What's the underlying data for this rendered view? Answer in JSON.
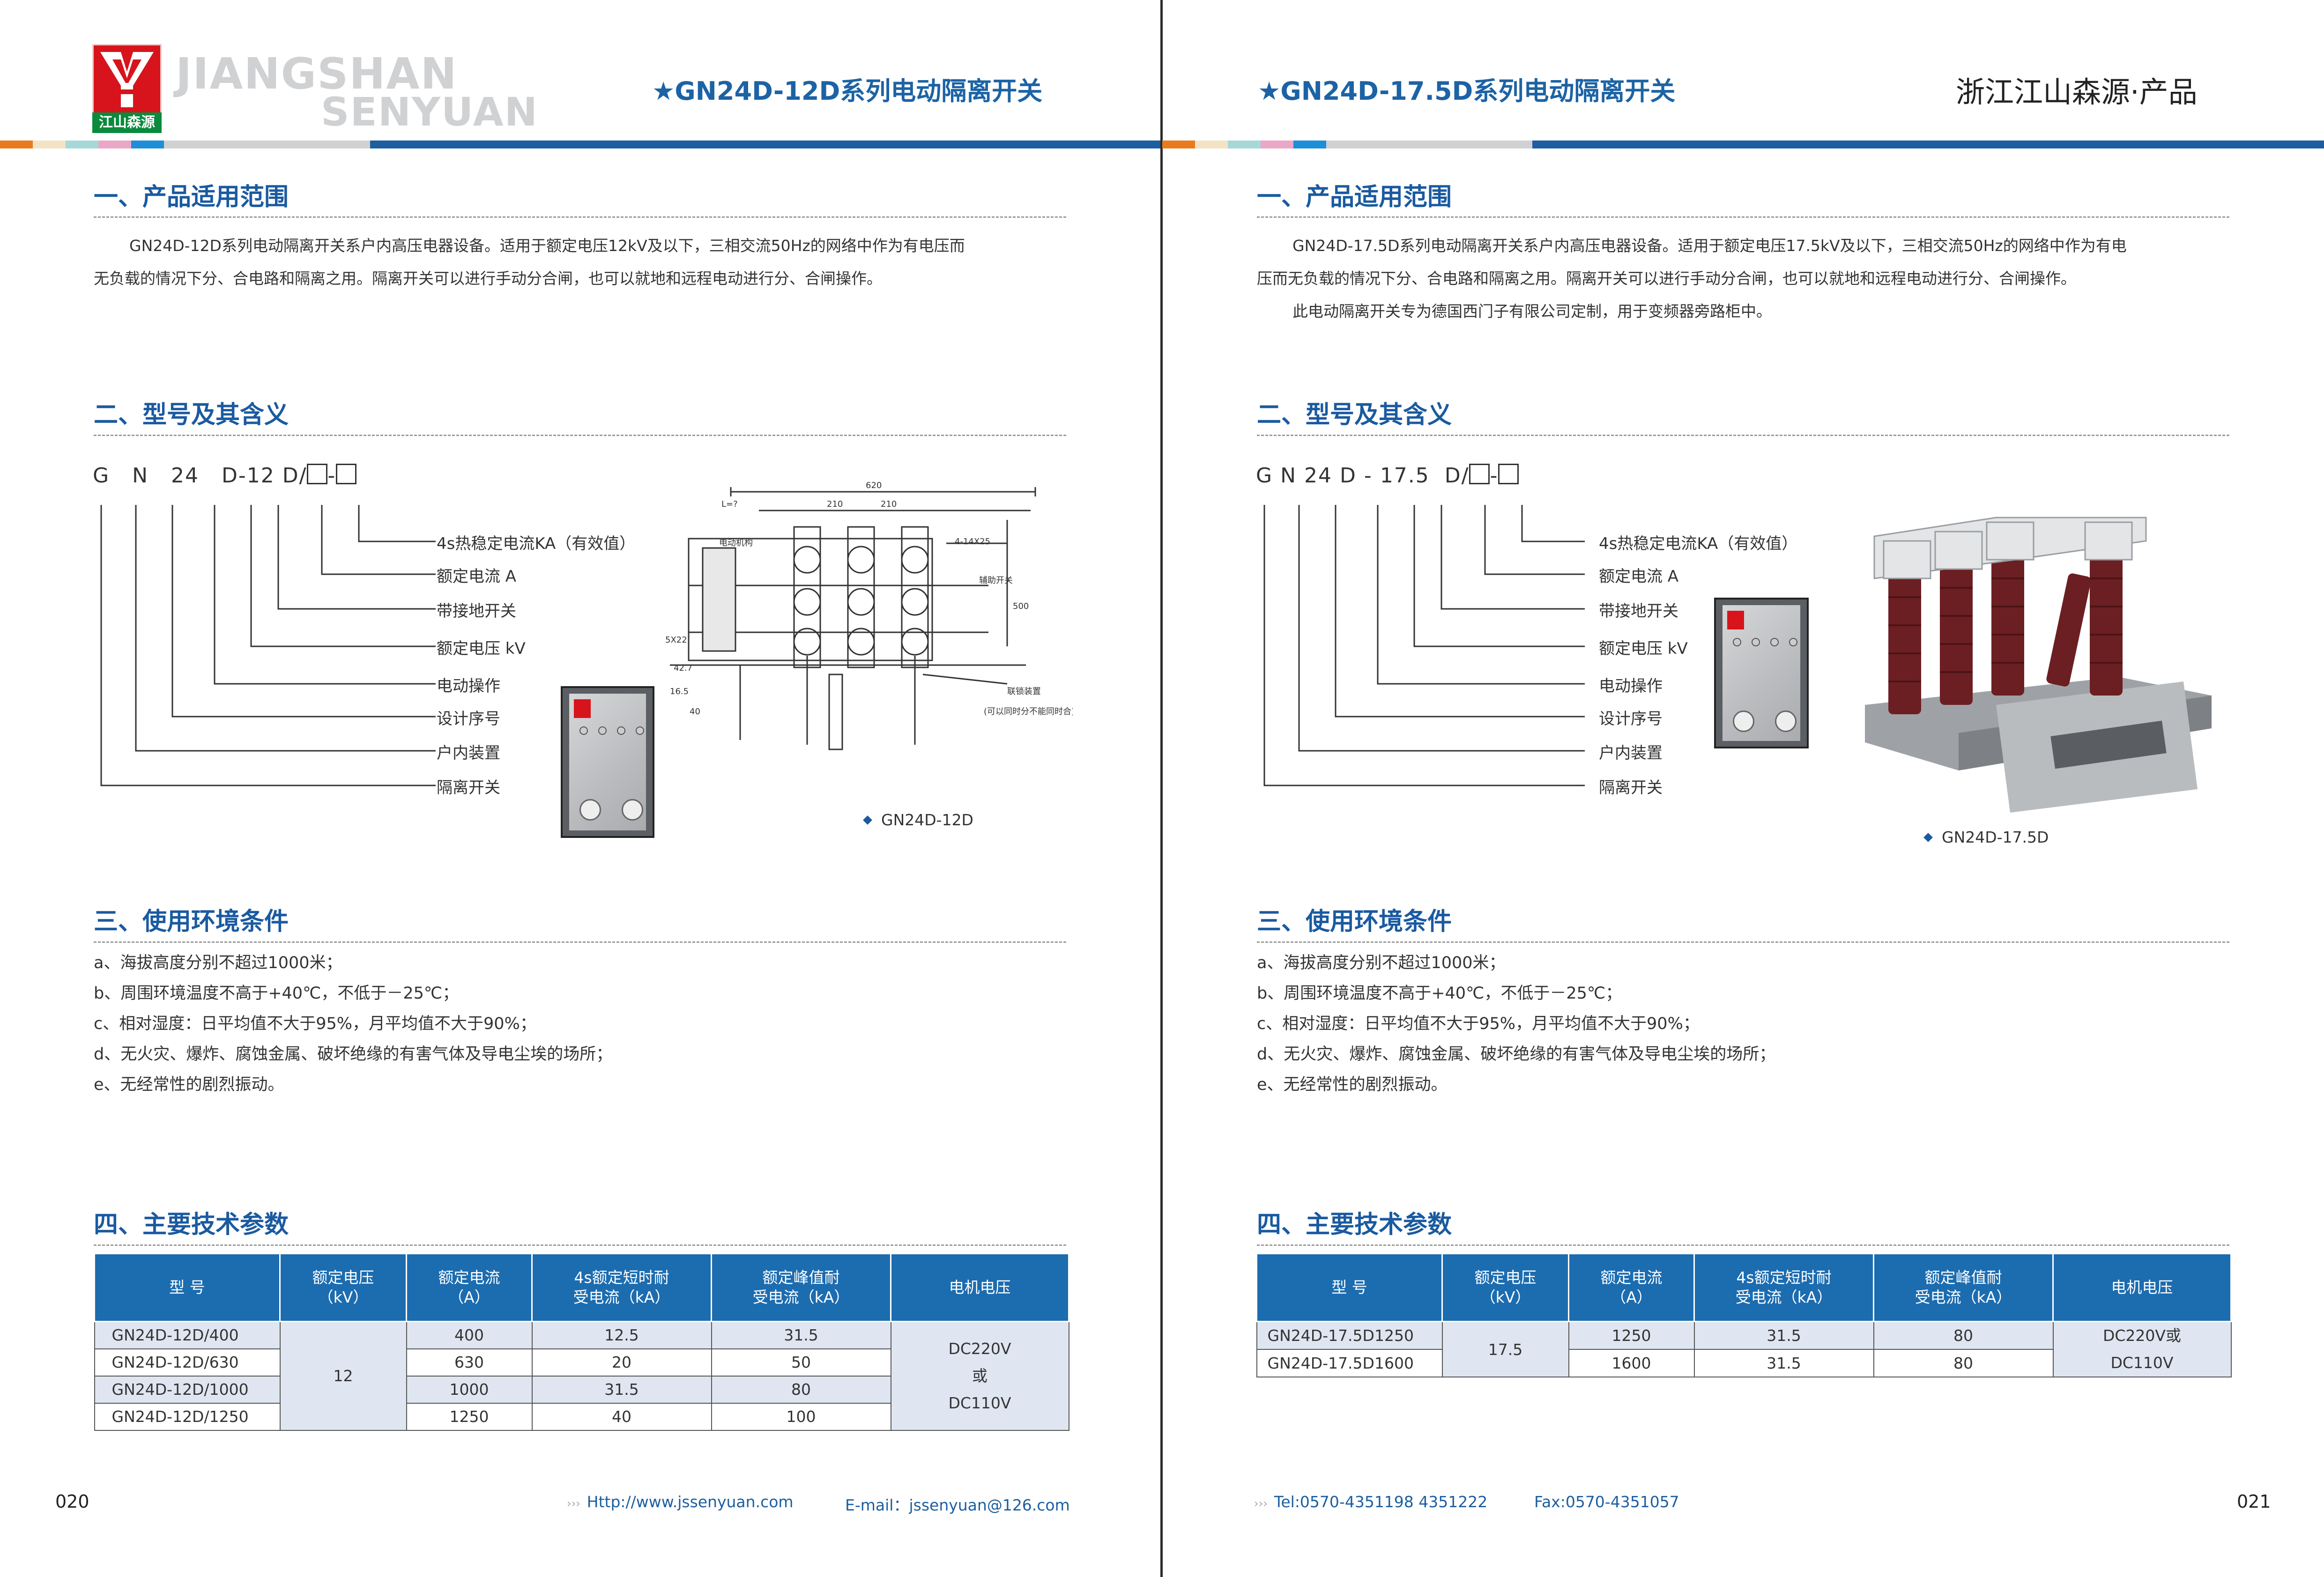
{
  "brand": {
    "logo_cn": "江山森源",
    "logo_en_1": "JIANGSHAN",
    "logo_en_2": "SENYUAN"
  },
  "colors": {
    "accent_blue": "#1c63a5",
    "table_header": "#1c6cb0",
    "table_alt_row": "#dfe6f1",
    "logo_red": "#d7141b",
    "logo_green": "#0a8a3c"
  },
  "left": {
    "title": "★GN24D-12D系列电动隔离开关",
    "s1": {
      "title": "一、产品适用范围",
      "lines": [
        "GN24D-12D系列电动隔离开关系户内高压电器设备。适用于额定电压12kV及以下，三相交流50Hz的网络中作为有电压而",
        "无负载的情况下分、合电路和隔离之用。隔离开关可以进行手动分合闸，也可以就地和远程电动进行分、合闸操作。"
      ]
    },
    "s2": {
      "title": "二、型号及其含义",
      "code": [
        "G",
        "N",
        "24",
        "D-12",
        "D/",
        "-"
      ],
      "labels": [
        "4s热稳定电流KA（有效值）",
        "额定电流 A",
        "带接地开关",
        "额定电压 kV",
        "电动操作",
        "设计序号",
        "户内装置",
        "隔离开关"
      ],
      "caption": "GN24D-12D",
      "drawing_labels": {
        "w620": "620",
        "w210a": "210",
        "w210b": "210",
        "l0": "L=?",
        "mech": "电动机构",
        "holes": "4-14X25",
        "aux": "辅助开关",
        "s500": "500",
        "s522": "5X22",
        "s165": "16.5",
        "s40": "40",
        "s427": "42.7",
        "lock": "联锁装置",
        "lock_note": "(可以同时分不能同时合)"
      }
    },
    "s3": {
      "title": "三、使用环境条件",
      "items": [
        "a、海拔高度分别不超过1000米；",
        "b、周围环境温度不高于+40℃，不低于－25℃；",
        "c、相对湿度：日平均值不大于95%，月平均值不大于90%；",
        "d、无火灾、爆炸、腐蚀金属、破坏绝缘的有害气体及导电尘埃的场所；",
        "e、无经常性的剧烈振动。"
      ]
    },
    "s4": {
      "title": "四、主要技术参数",
      "headers": [
        [
          "型 号"
        ],
        [
          "额定电压",
          "（kV）"
        ],
        [
          "额定电流",
          "（A）"
        ],
        [
          "4s额定短时耐",
          "受电流（kA）"
        ],
        [
          "额定峰值耐",
          "受电流（kA）"
        ],
        [
          "电机电压"
        ]
      ],
      "rows": [
        [
          "GN24D-12D/400",
          "400",
          "12.5",
          "31.5"
        ],
        [
          "GN24D-12D/630",
          "630",
          "20",
          "50"
        ],
        [
          "GN24D-12D/1000",
          "1000",
          "31.5",
          "80"
        ],
        [
          "GN24D-12D/1250",
          "1250",
          "40",
          "100"
        ]
      ],
      "voltage": "12",
      "motor": [
        "DC220V",
        "或",
        "DC110V"
      ]
    },
    "footer": {
      "page": "020",
      "url": "Http://www.jssenyuan.com",
      "email": "E-mail：jssenyuan@126.com"
    }
  },
  "right": {
    "title": "★GN24D-17.5D系列电动隔离开关",
    "brand_title": "浙江江山森源·产品",
    "s1": {
      "title": "一、产品适用范围",
      "lines": [
        "GN24D-17.5D系列电动隔离开关系户内高压电器设备。适用于额定电压17.5kV及以下，三相交流50Hz的网络中作为有电",
        "压而无负载的情况下分、合电路和隔离之用。隔离开关可以进行手动分合闸，也可以就地和远程电动进行分、合闸操作。",
        "此电动隔离开关专为德国西门子有限公司定制，用于变频器旁路柜中。"
      ]
    },
    "s2": {
      "title": "二、型号及其含义",
      "code": [
        "G",
        "N",
        "24",
        "D",
        "-",
        "17.5",
        "D/",
        "-"
      ],
      "labels": [
        "4s热稳定电流KA（有效值）",
        "额定电流 A",
        "带接地开关",
        "额定电压 kV",
        "电动操作",
        "设计序号",
        "户内装置",
        "隔离开关"
      ],
      "caption": "GN24D-17.5D"
    },
    "s3": {
      "title": "三、使用环境条件",
      "items": [
        "a、海拔高度分别不超过1000米；",
        "b、周围环境温度不高于+40℃，不低于－25℃；",
        "c、相对湿度：日平均值不大于95%，月平均值不大于90%；",
        "d、无火灾、爆炸、腐蚀金属、破坏绝缘的有害气体及导电尘埃的场所；",
        "e、无经常性的剧烈振动。"
      ]
    },
    "s4": {
      "title": "四、主要技术参数",
      "headers": [
        [
          "型 号"
        ],
        [
          "额定电压",
          "（kV）"
        ],
        [
          "额定电流",
          "（A）"
        ],
        [
          "4s额定短时耐",
          "受电流（kA）"
        ],
        [
          "额定峰值耐",
          "受电流（kA）"
        ],
        [
          "电机电压"
        ]
      ],
      "rows": [
        [
          "GN24D-17.5D1250",
          "1250",
          "31.5",
          "80"
        ],
        [
          "GN24D-17.5D1600",
          "1600",
          "31.5",
          "80"
        ]
      ],
      "voltage": "17.5",
      "motor": [
        "DC220V或",
        "DC110V"
      ]
    },
    "footer": {
      "page": "021",
      "tel": "Tel:0570-4351198  4351222",
      "fax": "Fax:0570-4351057"
    }
  }
}
